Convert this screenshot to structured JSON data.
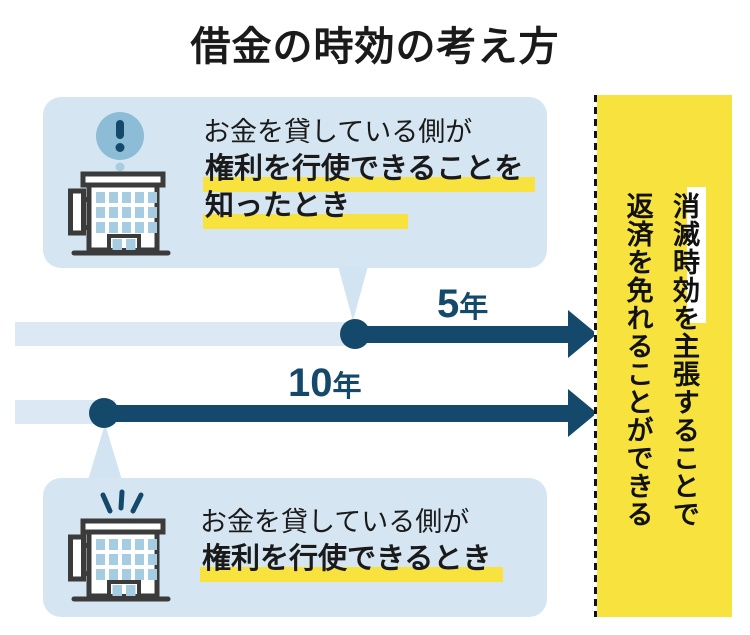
{
  "title": "借金の時効の考え方",
  "colors": {
    "navy": "#14496b",
    "yellow": "#f8e33e",
    "card": "#d5e6f2",
    "band": "#dce9f4",
    "wedge": "#d2e4f1",
    "ink": "#1a1a1a",
    "outline": "#3b3b3b",
    "window": "#a5cce0",
    "bubble": "#8cbcd6"
  },
  "top_card": {
    "icon": "office-building-alert-icon",
    "line1": "お金を貸している側が",
    "line2": "権利を行使できることを",
    "line3": "知ったとき"
  },
  "bottom_card": {
    "icon": "office-building-rays-icon",
    "line1": "お金を貸している側が",
    "line2": "権利を行使できるとき"
  },
  "timeline": {
    "rows": [
      {
        "num": "5",
        "unit": "年"
      },
      {
        "num": "10",
        "unit": "年"
      }
    ]
  },
  "banner": {
    "term": "消滅時効",
    "line1_rest": "を主張することで",
    "line2": "返済を免れることができる"
  }
}
